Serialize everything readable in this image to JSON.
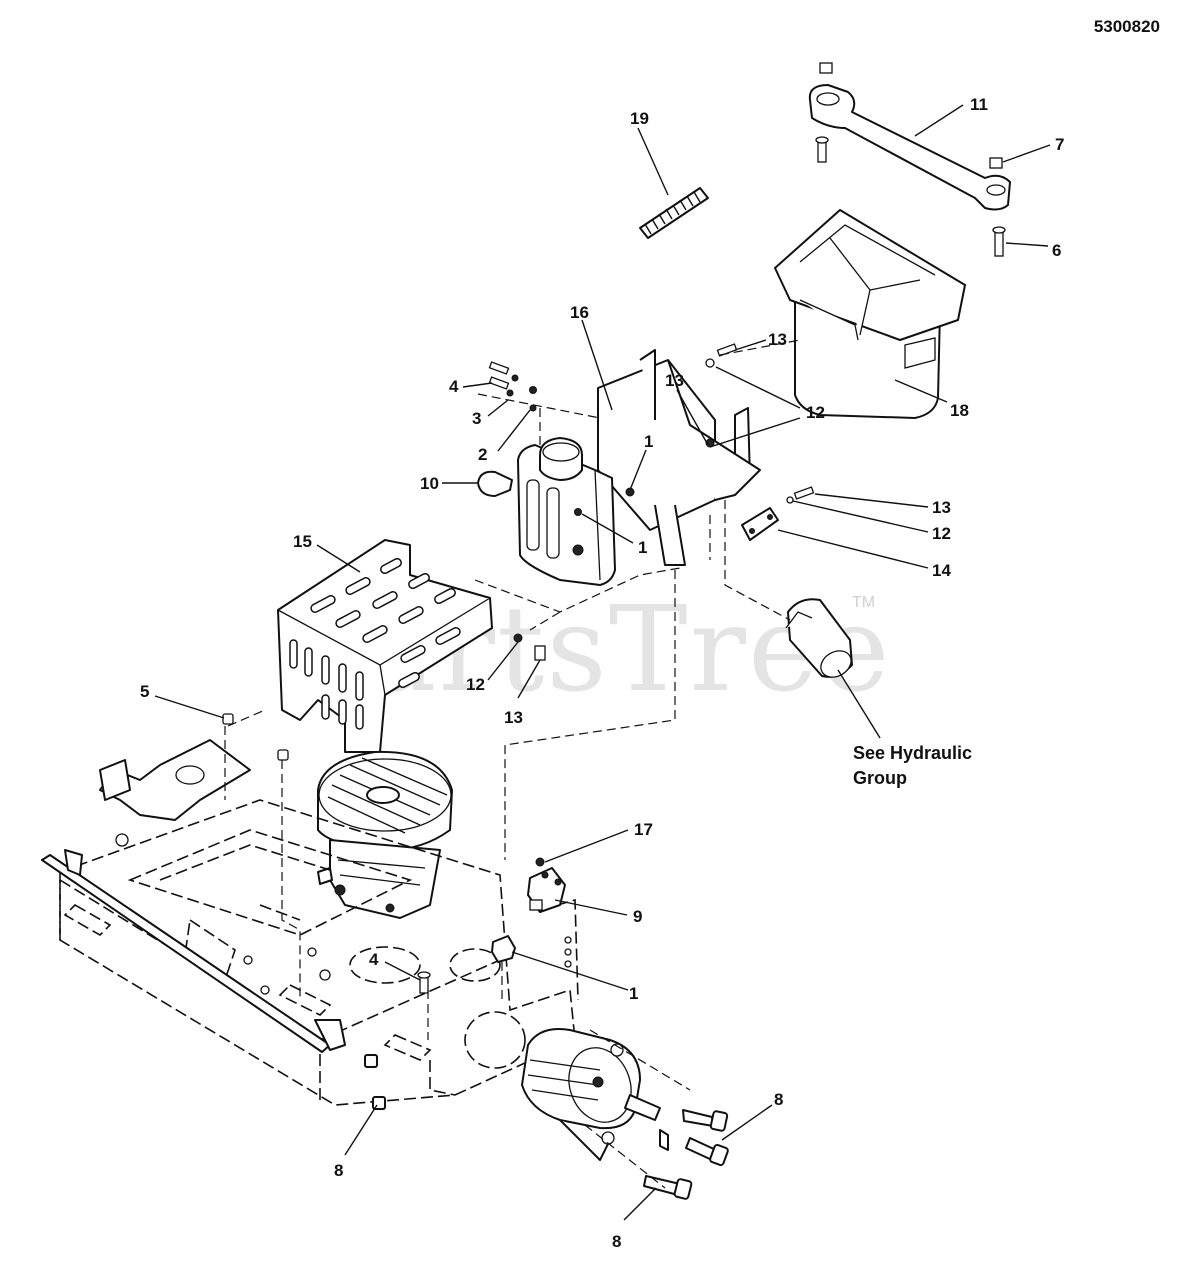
{
  "document": {
    "number": "5300820",
    "watermark": "PartsTree",
    "watermark_tm": "TM"
  },
  "note": {
    "line1": "See Hydraulic",
    "line2": "Group"
  },
  "callouts": {
    "c19": "19",
    "c11": "11",
    "c7": "7",
    "c6": "6",
    "c16": "16",
    "c13_top": "13",
    "c13_mid": "13",
    "c12_top": "12",
    "c18": "18",
    "c4_top": "4",
    "c3": "3",
    "c2": "2",
    "c1_top": "1",
    "c10": "10",
    "c1_mid": "1",
    "c13_right": "13",
    "c12_right": "12",
    "c14": "14",
    "c15": "15",
    "c5": "5",
    "c12_low": "12",
    "c13_low": "13",
    "c17": "17",
    "c9": "9",
    "c4_low": "4",
    "c1_low": "1",
    "c8_left": "8",
    "c8_right": "8",
    "c8_bottom": "8"
  }
}
